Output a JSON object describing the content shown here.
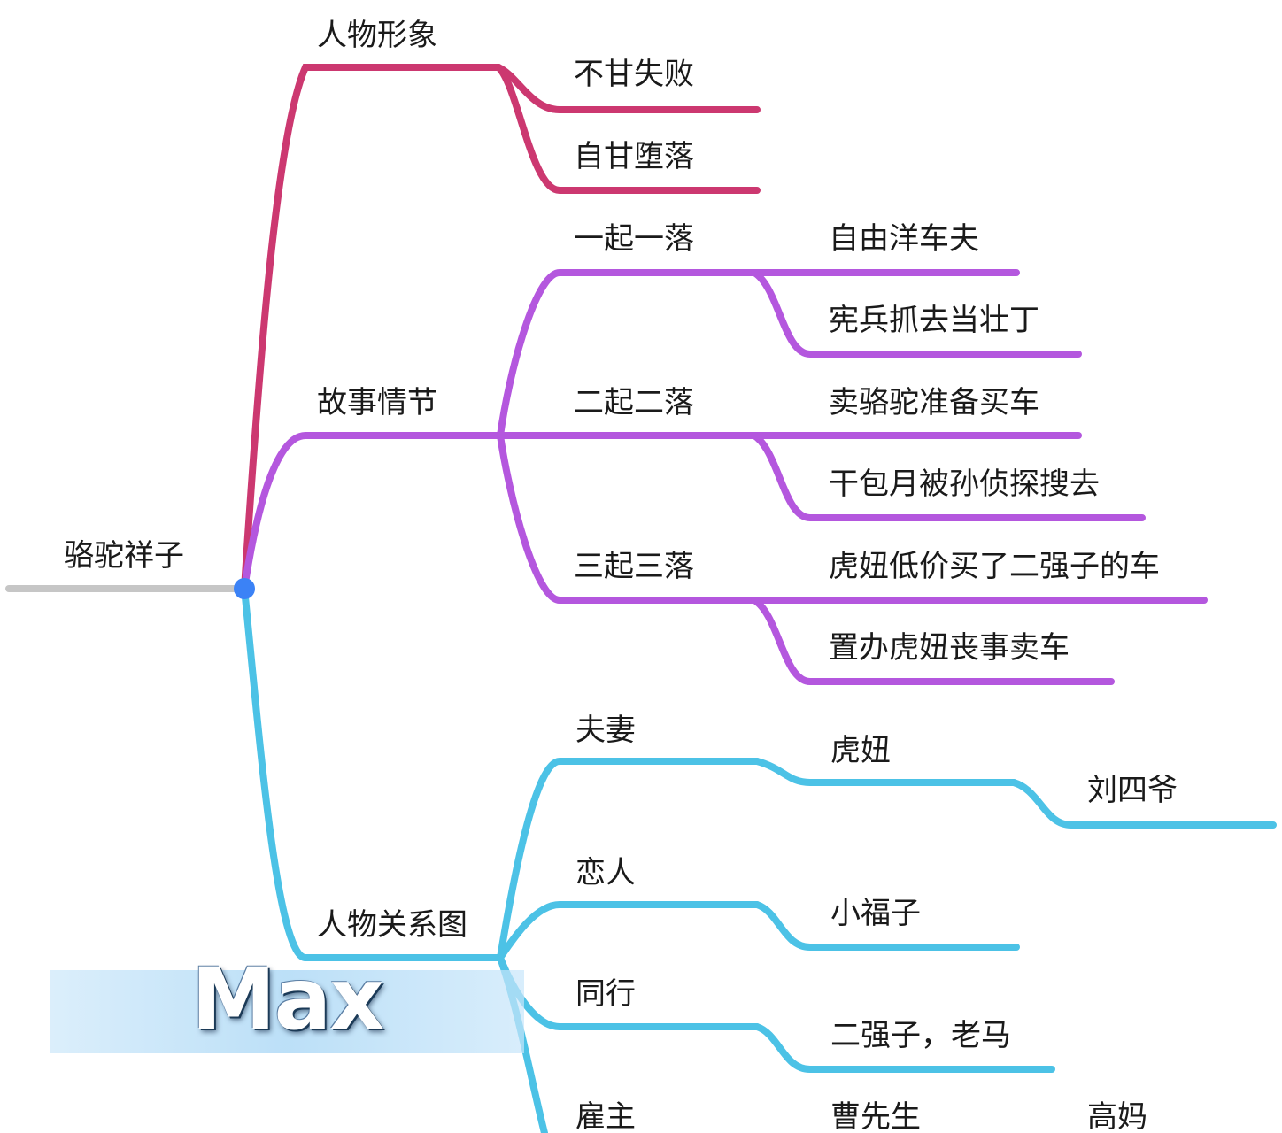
{
  "colors": {
    "root_stem": "#c6c6c6",
    "root_dot": "#3b82f6",
    "branch_character": "#cc3870",
    "branch_plot": "#b457de",
    "branch_relations": "#4cc2e6",
    "text": "#1a1a1a"
  },
  "root": {
    "label": "骆驼祥子"
  },
  "branches": {
    "character": {
      "label": "人物形象",
      "children": [
        "不甘失败",
        "自甘堕落"
      ]
    },
    "plot": {
      "label": "故事情节",
      "groups": [
        {
          "label": "一起一落",
          "details": [
            "自由洋车夫",
            "宪兵抓去当壮丁"
          ]
        },
        {
          "label": "二起二落",
          "details": [
            "卖骆驼准备买车",
            "干包月被孙侦探搜去"
          ]
        },
        {
          "label": "三起三落",
          "details": [
            "虎妞低价买了二强子的车",
            "置办虎妞丧事卖车"
          ]
        }
      ]
    },
    "relations": {
      "label": "人物关系图",
      "groups": [
        {
          "label": "夫妻",
          "person": "虎妞",
          "extra": "刘四爷"
        },
        {
          "label": "恋人",
          "person": "小福子"
        },
        {
          "label": "同行",
          "person": "二强子，老马"
        },
        {
          "label": "雇主",
          "person": "曹先生",
          "extra": "高妈"
        }
      ]
    }
  },
  "watermark": {
    "text": "Max"
  }
}
